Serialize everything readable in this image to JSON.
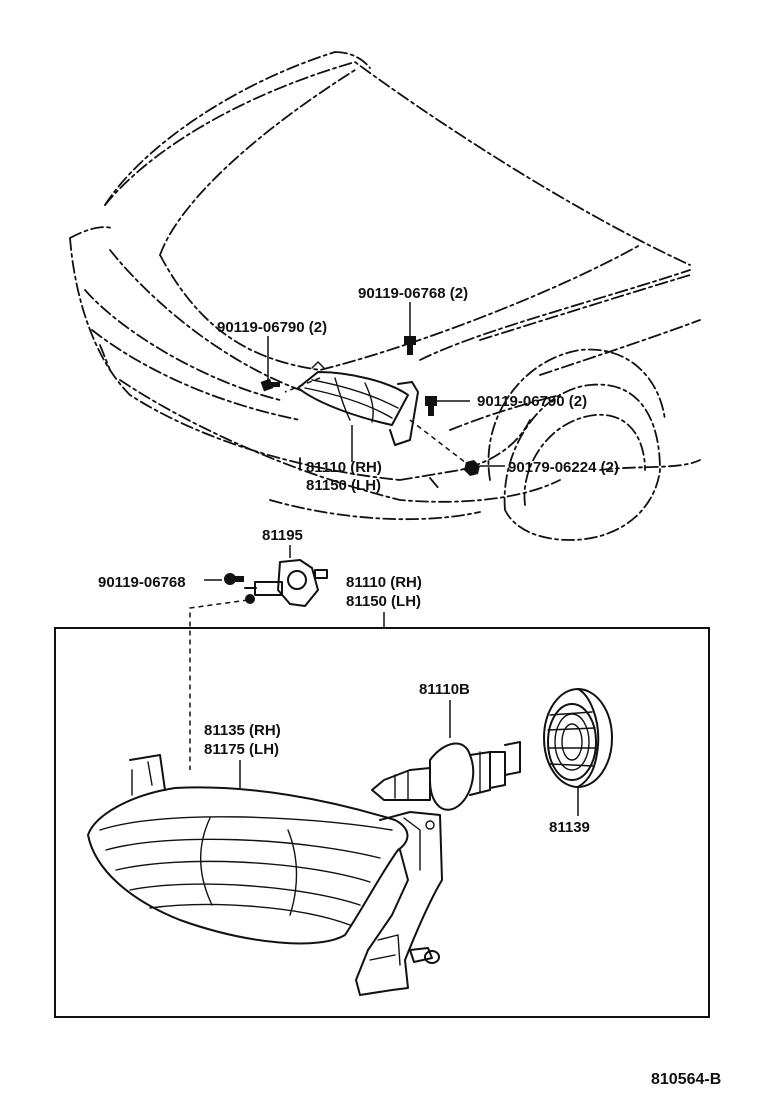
{
  "parts": {
    "bolt_top": "90119-06768 (2)",
    "bolt_left": "90119-06790 (2)",
    "bolt_right": "90119-06790 (2)",
    "nut": "90179-06224 (2)",
    "headlamp_assy_rh": "81110 (RH)",
    "headlamp_assy_lh": "81150 (LH)",
    "adjuster": "81195",
    "adjuster_screw": "90119-06768",
    "unit_rh": "81110 (RH)",
    "unit_lh": "81150 (LH)",
    "lens_rh": "81135 (RH)",
    "lens_lh": "81175 (LH)",
    "bulb": "81110B",
    "socket_cover": "81139"
  },
  "diagram_id": "810564-B"
}
